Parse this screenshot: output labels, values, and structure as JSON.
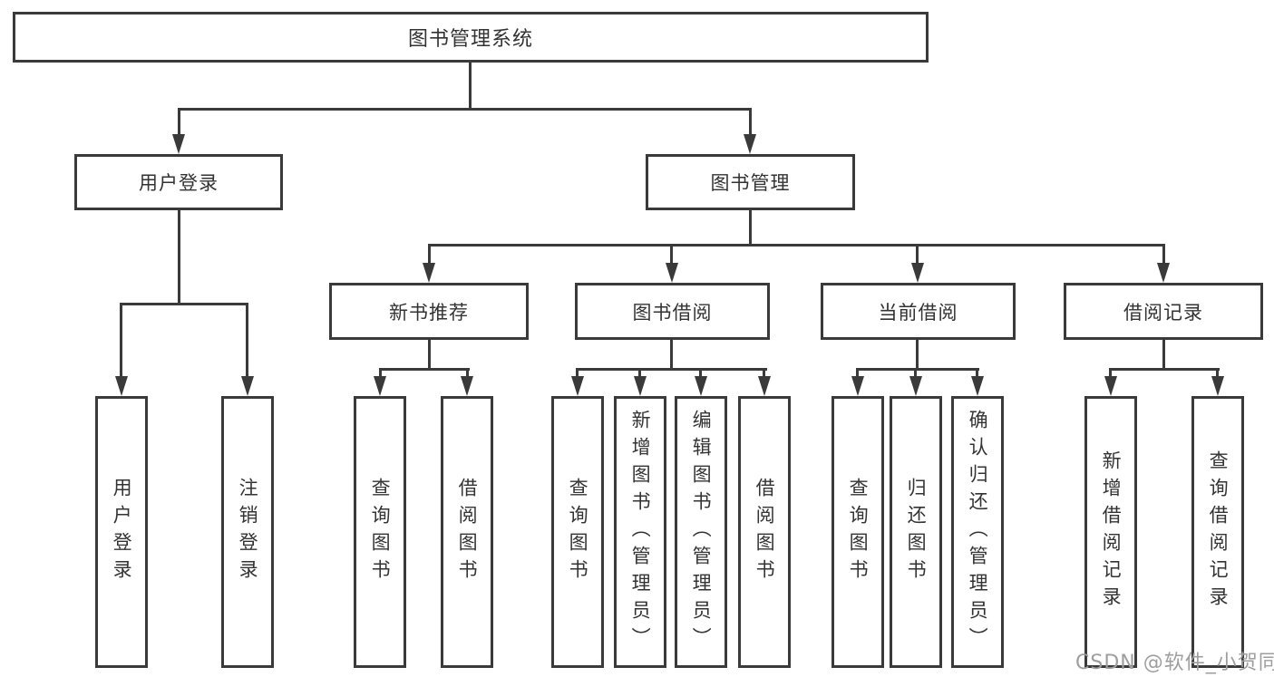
{
  "colors": {
    "line": "#3a3a3a",
    "text": "#333333",
    "watermark": "#9e9e9e"
  },
  "tree": {
    "root": {
      "label": "图书管理系统"
    },
    "children": [
      {
        "label": "用户登录",
        "children": [
          {
            "label": "用户登录"
          },
          {
            "label": "注销登录"
          }
        ]
      },
      {
        "label": "图书管理",
        "children": [
          {
            "label": "新书推荐",
            "children": [
              {
                "label": "查询图书"
              },
              {
                "label": "借阅图书"
              }
            ]
          },
          {
            "label": "图书借阅",
            "children": [
              {
                "label": "查询图书"
              },
              {
                "label": "新增图书（管理员）"
              },
              {
                "label": "编辑图书（管理员）"
              },
              {
                "label": "借阅图书"
              }
            ]
          },
          {
            "label": "当前借阅",
            "children": [
              {
                "label": "查询图书"
              },
              {
                "label": "归还图书"
              },
              {
                "label": "确认归还（管理员）"
              }
            ]
          },
          {
            "label": "借阅记录",
            "children": [
              {
                "label": "新增借阅记录"
              },
              {
                "label": "查询借阅记录"
              }
            ]
          }
        ]
      }
    ]
  },
  "watermark": {
    "text": "CSDN @软件_小贺同学"
  }
}
